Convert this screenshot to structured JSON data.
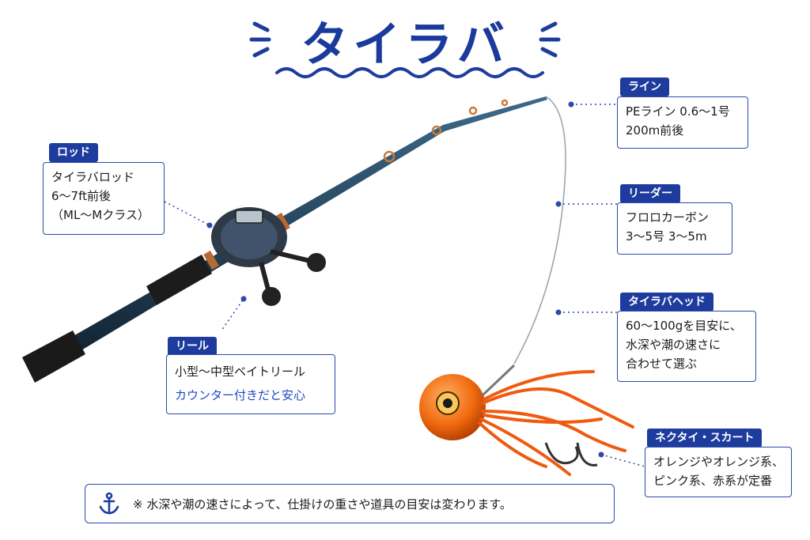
{
  "title": "タイラバ",
  "labels": {
    "rod": {
      "tag": "ロッド",
      "lines": [
        "タイラバロッド",
        "6〜7ft前後",
        "（ML〜Mクラス）"
      ]
    },
    "reel": {
      "tag": "リール",
      "lines": [
        "小型〜中型ベイトリール"
      ],
      "accent": "カウンター付きだと安心"
    },
    "line": {
      "tag": "ライン",
      "lines": [
        "PEライン 0.6〜1号",
        "200m前後"
      ]
    },
    "leader": {
      "tag": "リーダー",
      "lines": [
        "フロロカーボン",
        "3〜5号  3〜5m"
      ]
    },
    "head": {
      "tag": "タイラバヘッド",
      "lines": [
        "60〜100gを目安に、",
        "水深や潮の速さに",
        "合わせて選ぶ"
      ]
    },
    "skirt": {
      "tag": "ネクタイ・スカート",
      "lines": [
        "オレンジやオレンジ系、",
        "ピンク系、赤系が定番"
      ]
    }
  },
  "note": {
    "icon": "anchor-icon",
    "text": "※  水深や潮の速さによって、仕掛けの重さや道具の目安は変わります。"
  },
  "colors": {
    "navy": "#1d3c9e",
    "orange": "#f07a1a",
    "accent": "#1d4ac4"
  }
}
